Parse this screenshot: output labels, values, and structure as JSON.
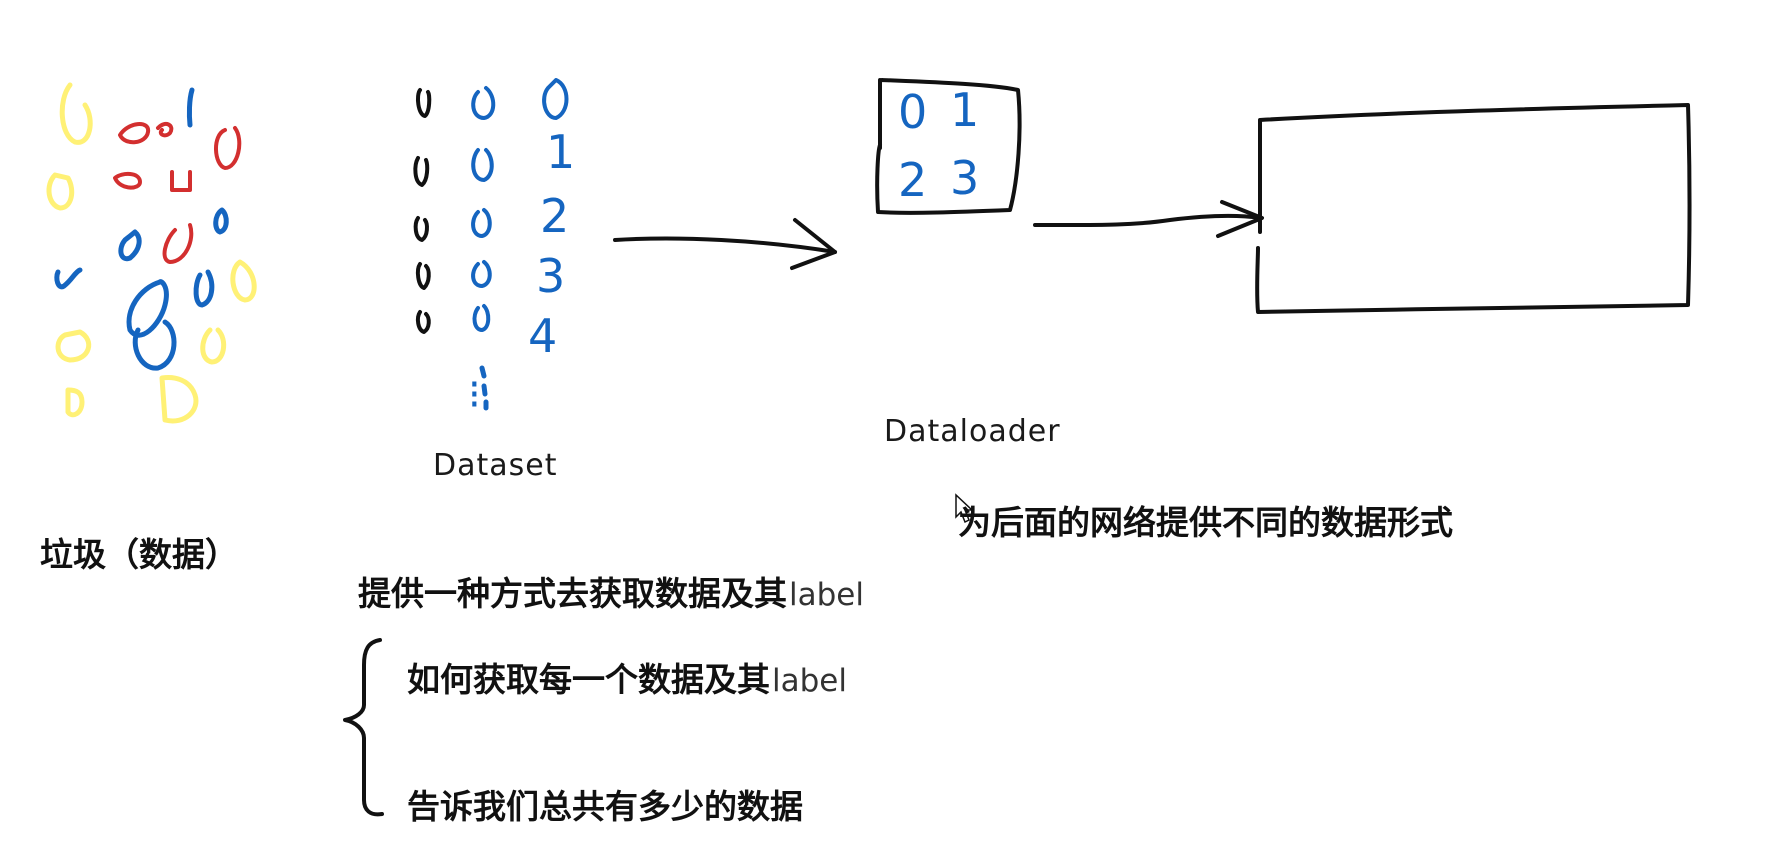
{
  "colors": {
    "yellow": "#fff176",
    "red": "#d32f2f",
    "blue": "#1565c0",
    "black": "#111111"
  },
  "garbage": {
    "title": "垃圾（数据）"
  },
  "dataset": {
    "label": "Dataset",
    "index_column": [
      "1",
      "2",
      "3",
      "4"
    ],
    "ellipsis": "⁝"
  },
  "dataloader": {
    "label": "Dataloader",
    "batch_values": [
      "0",
      "1",
      "2",
      "3"
    ],
    "purpose": "为后面的网络提供不同的数据形式"
  },
  "notes": {
    "main": "提供一种方式去获取数据及其",
    "main_suffix": "label",
    "item1": "如何获取每一个数据及其",
    "item1_suffix": "label",
    "item2": "告诉我们总共有多少的数据"
  },
  "icons": {
    "cursor": "mouse-pointer-icon"
  }
}
